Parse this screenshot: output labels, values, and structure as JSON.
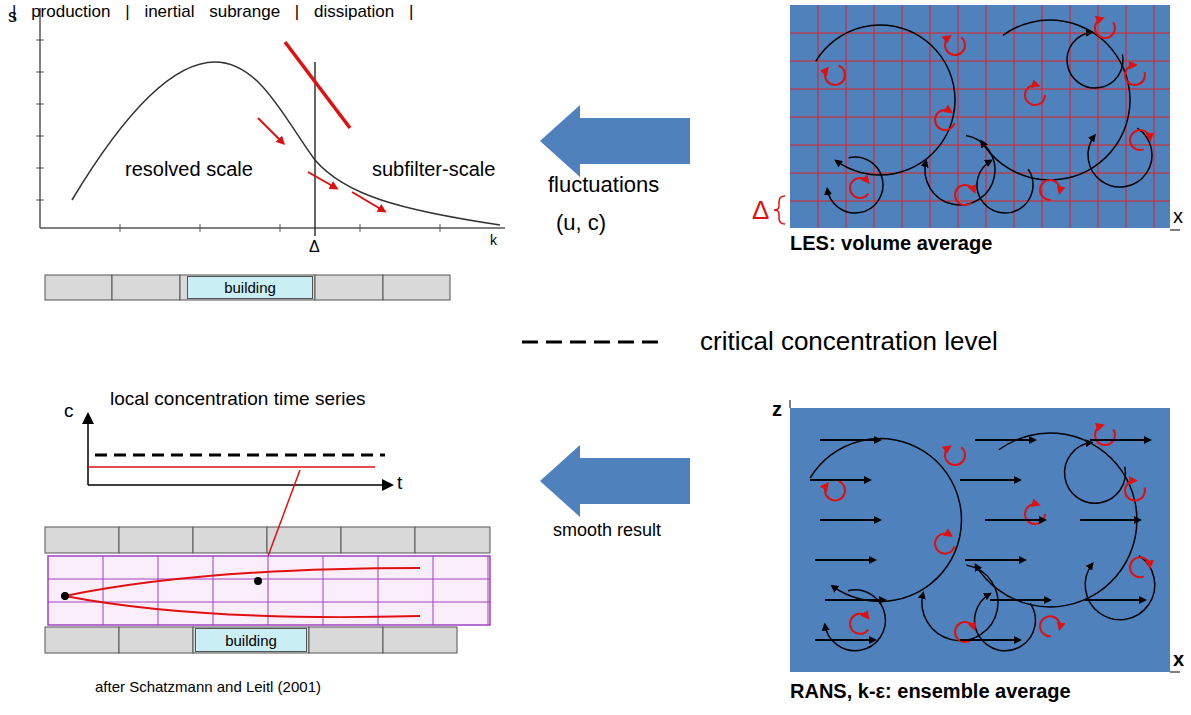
{
  "diagram": {
    "nodes": [
      {
        "text": [
          "building"
        ]
      },
      {
        "text": [
          "building"
        ]
      }
    ],
    "labels": [
      "| production | inertial subrange | dissipation |",
      "s",
      "resolved scale",
      "subfilter-scale",
      "k",
      "Δ",
      "Δ",
      "x",
      "LES: volume average",
      "fluctuations",
      "(u, c)",
      "local concentration time series",
      "c",
      "t",
      "smooth result",
      "z",
      "x",
      "RANS, k-ε: ensemble average",
      "after Schatzmann and Leitl (2001)"
    ],
    "legend": [
      {
        "text": "critical concentration level"
      }
    ]
  }
}
